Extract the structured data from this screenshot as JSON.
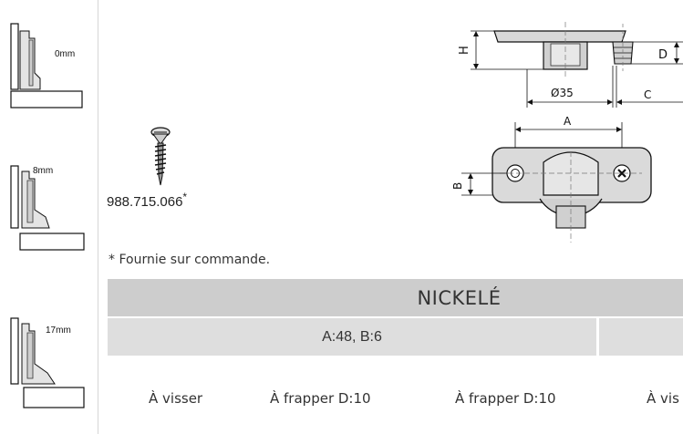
{
  "hinges": [
    {
      "overlay_label": "0mm"
    },
    {
      "overlay_label": "8mm"
    },
    {
      "overlay_label": "17mm"
    }
  ],
  "screw": {
    "part_number": "988.715.066",
    "footnote_mark": "*"
  },
  "dimensions": {
    "h": "H",
    "d": "D",
    "diameter": "Ø35",
    "c": "C",
    "a": "A",
    "b": "B"
  },
  "note": "* Fournie sur commande.",
  "table": {
    "finish": "NICKELÉ",
    "dimension_group": "A:48, B:6",
    "types": [
      "À visser",
      "À frapper D:10",
      "À frapper  D:10",
      "À vis"
    ]
  }
}
